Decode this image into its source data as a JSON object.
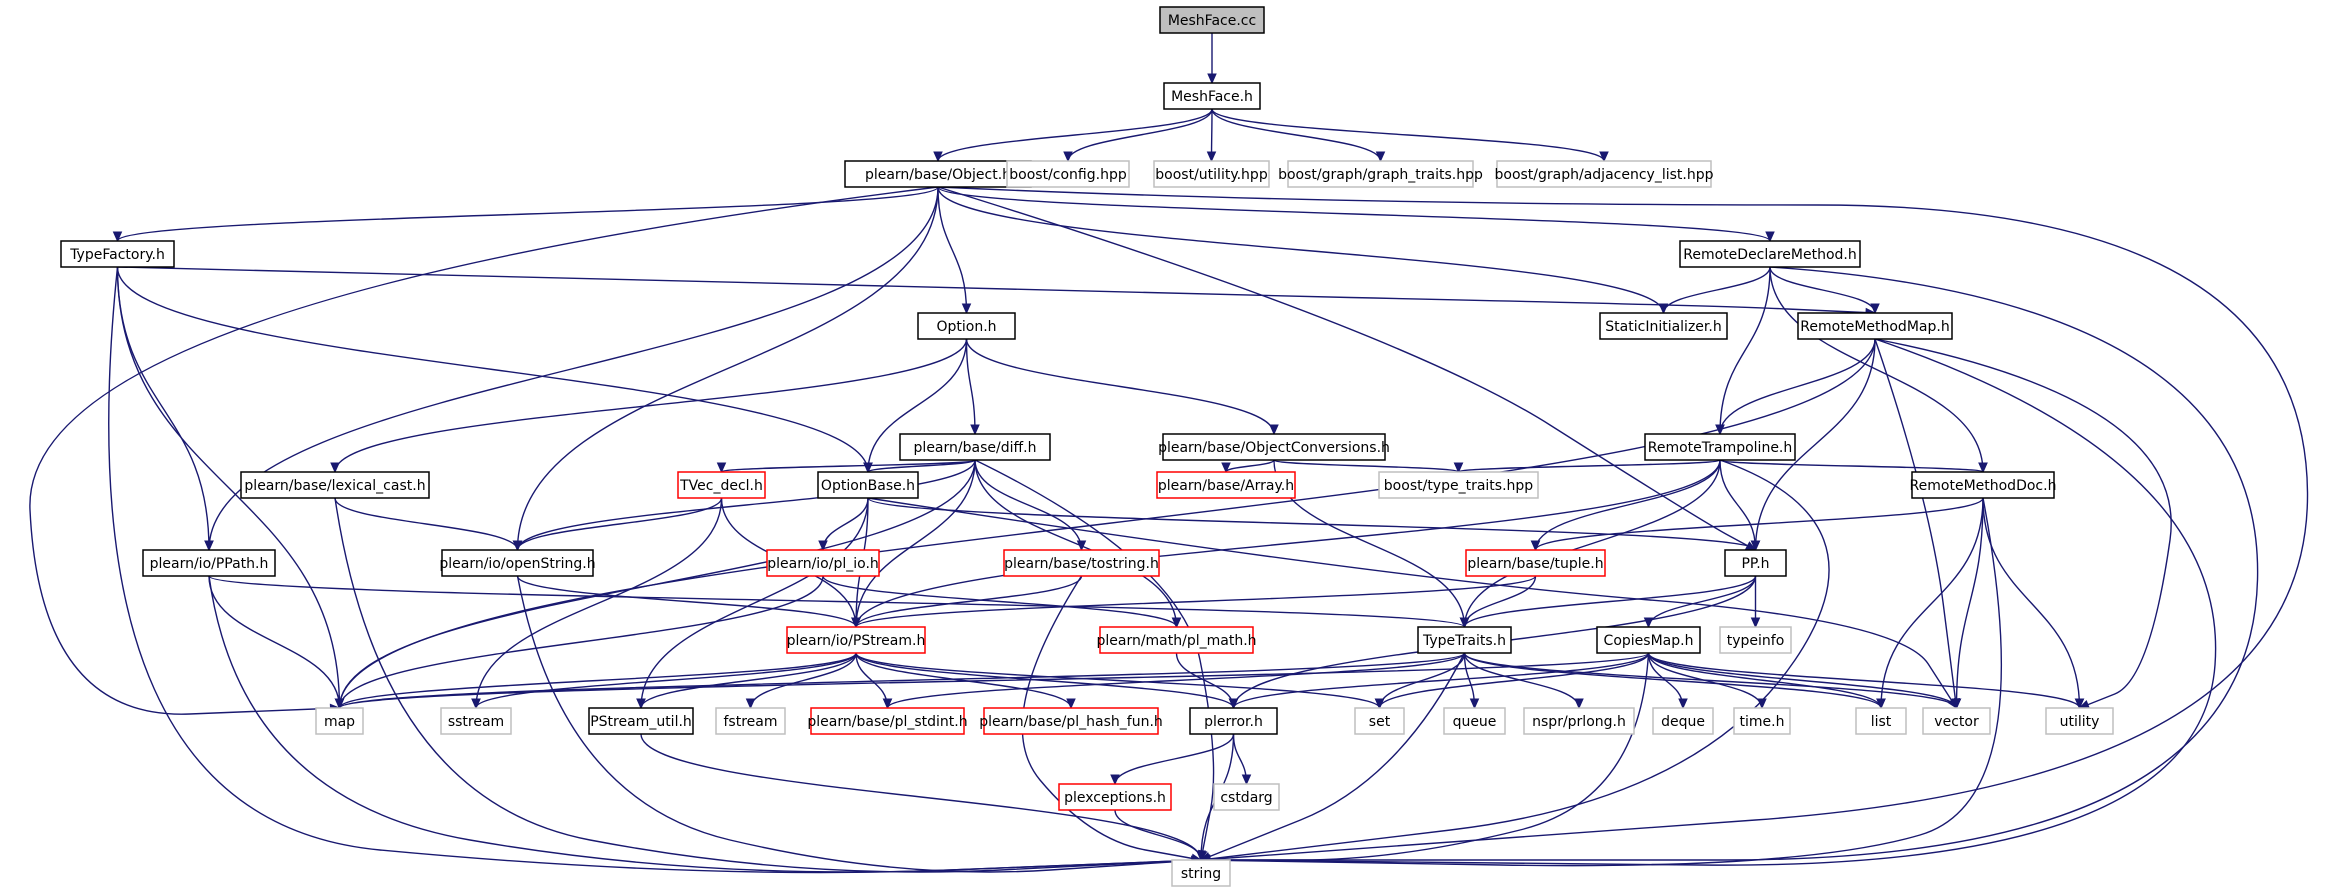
{
  "colors": {
    "edge": "#191970",
    "normal_border": "#000000",
    "missing_border": "#bfbfbf",
    "truncated_border": "#ff0000",
    "root_fill": "#bfbfbf",
    "node_fill": "#ffffff"
  },
  "nodes": [
    {
      "id": "meshface_cc",
      "label": "MeshFace.cc",
      "style": "root"
    },
    {
      "id": "meshface_h",
      "label": "MeshFace.h",
      "style": "normal"
    },
    {
      "id": "object_h",
      "label": "plearn/base/Object.h",
      "style": "normal"
    },
    {
      "id": "boost_config",
      "label": "boost/config.hpp",
      "style": "missing"
    },
    {
      "id": "boost_utility",
      "label": "boost/utility.hpp",
      "style": "missing"
    },
    {
      "id": "boost_graph_traits",
      "label": "boost/graph/graph_traits.hpp",
      "style": "missing"
    },
    {
      "id": "boost_adjacency",
      "label": "boost/graph/adjacency_list.hpp",
      "style": "missing"
    },
    {
      "id": "typefactory_h",
      "label": "TypeFactory.h",
      "style": "normal"
    },
    {
      "id": "remotedeclare_h",
      "label": "RemoteDeclareMethod.h",
      "style": "normal"
    },
    {
      "id": "staticinit_h",
      "label": "StaticInitializer.h",
      "style": "normal"
    },
    {
      "id": "remotemethodmap_h",
      "label": "RemoteMethodMap.h",
      "style": "normal"
    },
    {
      "id": "option_h",
      "label": "Option.h",
      "style": "normal"
    },
    {
      "id": "diff_h",
      "label": "plearn/base/diff.h",
      "style": "normal"
    },
    {
      "id": "objconv_h",
      "label": "plearn/base/ObjectConversions.h",
      "style": "normal"
    },
    {
      "id": "remotetramp_h",
      "label": "RemoteTrampoline.h",
      "style": "normal"
    },
    {
      "id": "lexcast_h",
      "label": "plearn/base/lexical_cast.h",
      "style": "normal"
    },
    {
      "id": "tvec_h",
      "label": "TVec_decl.h",
      "style": "truncated"
    },
    {
      "id": "optionbase_h",
      "label": "OptionBase.h",
      "style": "normal"
    },
    {
      "id": "array_h",
      "label": "plearn/base/Array.h",
      "style": "truncated"
    },
    {
      "id": "typetraitshpp",
      "label": "boost/type_traits.hpp",
      "style": "missing"
    },
    {
      "id": "remotemethoddoc_h",
      "label": "RemoteMethodDoc.h",
      "style": "normal"
    },
    {
      "id": "ppath_h",
      "label": "plearn/io/PPath.h",
      "style": "normal"
    },
    {
      "id": "openstring_h",
      "label": "plearn/io/openString.h",
      "style": "normal"
    },
    {
      "id": "pl_io_h",
      "label": "plearn/io/pl_io.h",
      "style": "truncated"
    },
    {
      "id": "tostring_h",
      "label": "plearn/base/tostring.h",
      "style": "truncated"
    },
    {
      "id": "tuple_h",
      "label": "plearn/base/tuple.h",
      "style": "truncated"
    },
    {
      "id": "pp_h",
      "label": "PP.h",
      "style": "normal"
    },
    {
      "id": "pstream_h",
      "label": "plearn/io/PStream.h",
      "style": "truncated"
    },
    {
      "id": "pl_math_h",
      "label": "plearn/math/pl_math.h",
      "style": "truncated"
    },
    {
      "id": "typetraits_h",
      "label": "TypeTraits.h",
      "style": "normal"
    },
    {
      "id": "copiesmap_h",
      "label": "CopiesMap.h",
      "style": "normal"
    },
    {
      "id": "typeinfo",
      "label": "typeinfo",
      "style": "missing"
    },
    {
      "id": "map",
      "label": "map",
      "style": "missing"
    },
    {
      "id": "sstream",
      "label": "sstream",
      "style": "missing"
    },
    {
      "id": "pstream_util_h",
      "label": "PStream_util.h",
      "style": "normal"
    },
    {
      "id": "fstream",
      "label": "fstream",
      "style": "missing"
    },
    {
      "id": "pl_stdint_h",
      "label": "plearn/base/pl_stdint.h",
      "style": "truncated"
    },
    {
      "id": "pl_hash_fun_h",
      "label": "plearn/base/pl_hash_fun.h",
      "style": "truncated"
    },
    {
      "id": "plerror_h",
      "label": "plerror.h",
      "style": "normal"
    },
    {
      "id": "set",
      "label": "set",
      "style": "missing"
    },
    {
      "id": "queue",
      "label": "queue",
      "style": "missing"
    },
    {
      "id": "nspr_prlong",
      "label": "nspr/prlong.h",
      "style": "missing"
    },
    {
      "id": "deque",
      "label": "deque",
      "style": "missing"
    },
    {
      "id": "time_h",
      "label": "time.h",
      "style": "missing"
    },
    {
      "id": "list",
      "label": "list",
      "style": "missing"
    },
    {
      "id": "vector",
      "label": "vector",
      "style": "missing"
    },
    {
      "id": "utility",
      "label": "utility",
      "style": "missing"
    },
    {
      "id": "plexceptions_h",
      "label": "plexceptions.h",
      "style": "truncated"
    },
    {
      "id": "cstdarg",
      "label": "cstdarg",
      "style": "missing"
    },
    {
      "id": "string",
      "label": "string",
      "style": "missing"
    }
  ],
  "edges": [
    [
      "meshface_cc",
      "meshface_h"
    ],
    [
      "meshface_h",
      "object_h"
    ],
    [
      "meshface_h",
      "boost_config"
    ],
    [
      "meshface_h",
      "boost_utility"
    ],
    [
      "meshface_h",
      "boost_graph_traits"
    ],
    [
      "meshface_h",
      "boost_adjacency"
    ],
    [
      "object_h",
      "typefactory_h"
    ],
    [
      "object_h",
      "ppath_h"
    ],
    [
      "object_h",
      "map"
    ],
    [
      "object_h",
      "openstring_h"
    ],
    [
      "object_h",
      "option_h"
    ],
    [
      "object_h",
      "pp_h"
    ],
    [
      "object_h",
      "staticinit_h"
    ],
    [
      "object_h",
      "remotedeclare_h"
    ],
    [
      "object_h",
      "string"
    ],
    [
      "typefactory_h",
      "remotemethodmap_h"
    ],
    [
      "typefactory_h",
      "optionbase_h"
    ],
    [
      "typefactory_h",
      "ppath_h"
    ],
    [
      "typefactory_h",
      "map"
    ],
    [
      "typefactory_h",
      "string"
    ],
    [
      "remotedeclare_h",
      "staticinit_h"
    ],
    [
      "remotedeclare_h",
      "remotemethodmap_h"
    ],
    [
      "remotedeclare_h",
      "remotetramp_h"
    ],
    [
      "remotedeclare_h",
      "remotemethoddoc_h"
    ],
    [
      "remotedeclare_h",
      "string"
    ],
    [
      "remotemethodmap_h",
      "map"
    ],
    [
      "remotemethodmap_h",
      "remotetramp_h"
    ],
    [
      "remotemethodmap_h",
      "pp_h"
    ],
    [
      "remotemethodmap_h",
      "vector"
    ],
    [
      "remotemethodmap_h",
      "utility"
    ],
    [
      "remotemethodmap_h",
      "string"
    ],
    [
      "option_h",
      "lexcast_h"
    ],
    [
      "option_h",
      "optionbase_h"
    ],
    [
      "option_h",
      "diff_h"
    ],
    [
      "option_h",
      "objconv_h"
    ],
    [
      "diff_h",
      "map"
    ],
    [
      "diff_h",
      "openstring_h"
    ],
    [
      "diff_h",
      "tvec_h"
    ],
    [
      "diff_h",
      "optionbase_h"
    ],
    [
      "diff_h",
      "pstream_h"
    ],
    [
      "diff_h",
      "tostring_h"
    ],
    [
      "diff_h",
      "pl_math_h"
    ],
    [
      "diff_h",
      "string"
    ],
    [
      "objconv_h",
      "array_h"
    ],
    [
      "objconv_h",
      "typetraitshpp"
    ],
    [
      "objconv_h",
      "typetraits_h"
    ],
    [
      "remotetramp_h",
      "typetraitshpp"
    ],
    [
      "remotetramp_h",
      "pstream_h"
    ],
    [
      "remotetramp_h",
      "tuple_h"
    ],
    [
      "remotetramp_h",
      "pp_h"
    ],
    [
      "remotetramp_h",
      "typetraits_h"
    ],
    [
      "remotetramp_h",
      "remotemethoddoc_h"
    ],
    [
      "remotetramp_h",
      "string"
    ],
    [
      "lexcast_h",
      "openstring_h"
    ],
    [
      "lexcast_h",
      "string"
    ],
    [
      "tvec_h",
      "openstring_h"
    ],
    [
      "tvec_h",
      "pstream_h"
    ],
    [
      "tvec_h",
      "sstream"
    ],
    [
      "optionbase_h",
      "pl_io_h"
    ],
    [
      "optionbase_h",
      "pstream_h"
    ],
    [
      "optionbase_h",
      "pstream_util_h"
    ],
    [
      "optionbase_h",
      "pp_h"
    ],
    [
      "optionbase_h",
      "vector"
    ],
    [
      "remotemethoddoc_h",
      "tuple_h"
    ],
    [
      "remotemethoddoc_h",
      "list"
    ],
    [
      "remotemethoddoc_h",
      "vector"
    ],
    [
      "remotemethoddoc_h",
      "utility"
    ],
    [
      "remotemethoddoc_h",
      "string"
    ],
    [
      "ppath_h",
      "map"
    ],
    [
      "ppath_h",
      "typetraits_h"
    ],
    [
      "ppath_h",
      "string"
    ],
    [
      "openstring_h",
      "pstream_h"
    ],
    [
      "openstring_h",
      "string"
    ],
    [
      "pl_io_h",
      "map"
    ],
    [
      "pl_io_h",
      "pl_math_h"
    ],
    [
      "tostring_h",
      "pstream_h"
    ],
    [
      "tostring_h",
      "string"
    ],
    [
      "tuple_h",
      "pstream_h"
    ],
    [
      "tuple_h",
      "typetraits_h"
    ],
    [
      "pp_h",
      "typetraits_h"
    ],
    [
      "pp_h",
      "copiesmap_h"
    ],
    [
      "pp_h",
      "typeinfo"
    ],
    [
      "pp_h",
      "plerror_h"
    ],
    [
      "pstream_h",
      "map"
    ],
    [
      "pstream_h",
      "sstream"
    ],
    [
      "pstream_h",
      "pstream_util_h"
    ],
    [
      "pstream_h",
      "fstream"
    ],
    [
      "pstream_h",
      "pl_stdint_h"
    ],
    [
      "pstream_h",
      "pl_hash_fun_h"
    ],
    [
      "pstream_h",
      "plerror_h"
    ],
    [
      "pstream_h",
      "set"
    ],
    [
      "pl_math_h",
      "plerror_h"
    ],
    [
      "typetraits_h",
      "map"
    ],
    [
      "typetraits_h",
      "set"
    ],
    [
      "typetraits_h",
      "queue"
    ],
    [
      "typetraits_h",
      "nspr_prlong"
    ],
    [
      "typetraits_h",
      "list"
    ],
    [
      "typetraits_h",
      "vector"
    ],
    [
      "typetraits_h",
      "string"
    ],
    [
      "typetraits_h",
      "pl_stdint_h"
    ],
    [
      "copiesmap_h",
      "map"
    ],
    [
      "copiesmap_h",
      "plerror_h"
    ],
    [
      "copiesmap_h",
      "set"
    ],
    [
      "copiesmap_h",
      "deque"
    ],
    [
      "copiesmap_h",
      "time_h"
    ],
    [
      "copiesmap_h",
      "list"
    ],
    [
      "copiesmap_h",
      "vector"
    ],
    [
      "copiesmap_h",
      "utility"
    ],
    [
      "copiesmap_h",
      "string"
    ],
    [
      "pstream_util_h",
      "string"
    ],
    [
      "plerror_h",
      "plexceptions_h"
    ],
    [
      "plerror_h",
      "cstdarg"
    ],
    [
      "plerror_h",
      "string"
    ],
    [
      "plexceptions_h",
      "string"
    ]
  ]
}
